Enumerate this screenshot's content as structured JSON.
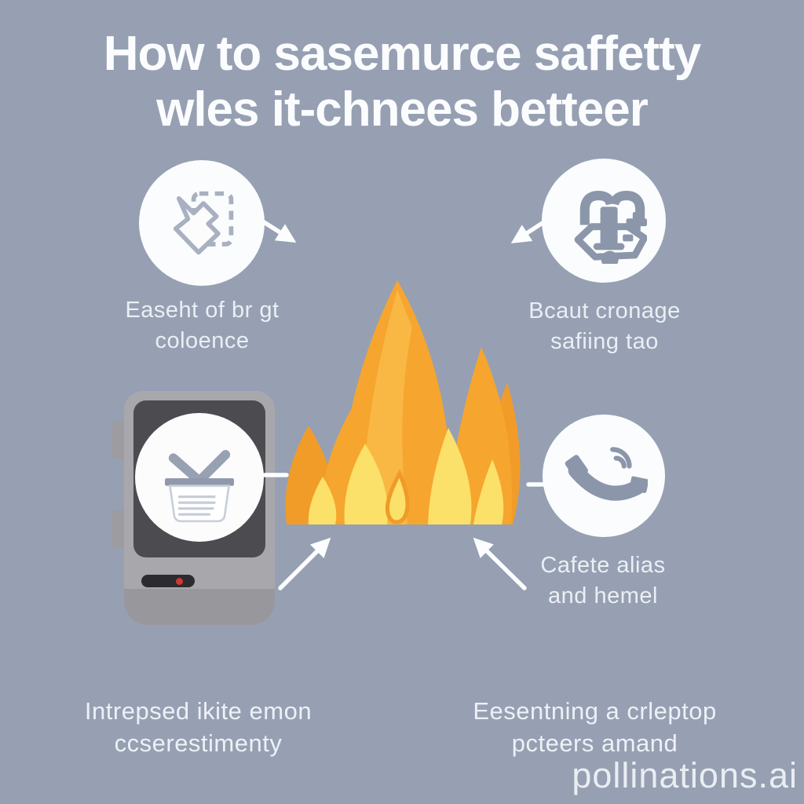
{
  "title": {
    "line1": "How to sasemurce saffetty",
    "line2": "wles it-chnees betteer"
  },
  "nodes": {
    "top_left": {
      "icon": "folded-map-icon",
      "label1": "Easeht of br gt",
      "label2": "coloence"
    },
    "top_right": {
      "icon": "valve-hooks-icon",
      "label1": "Bcaut cronage",
      "label2": "safiing tao"
    },
    "mid_left": {
      "icon": "basket-icon",
      "device": "smoke-detector-device"
    },
    "mid_right": {
      "icon": "phone-signal-icon",
      "label1": "Cafete alias",
      "label2": "and hemel"
    }
  },
  "center": {
    "icon": "flame-icon"
  },
  "captions": {
    "bottom_left": {
      "line1": "Intrepsed ikite emon",
      "line2": "ccserestimenty"
    },
    "bottom_right": {
      "line1": "Eesentning a crleptop",
      "line2": "pcteers amand"
    }
  },
  "watermark": "pollinations.ai",
  "colors": {
    "background": "#96A0B2",
    "circle": "#FBFCFD",
    "icon_fill": "#8C96AA",
    "icon_stroke": "#A8B0C1",
    "title_text": "#FBFCFE",
    "label_text": "#EBEFF5",
    "arrow": "#FCFDFE",
    "flame_orange": "#F6A52F",
    "flame_dark_orange": "#F19C28",
    "flame_light_orange": "#F9B843",
    "flame_yellow": "#FBE169",
    "device_body": "#A8A8AC",
    "device_screen": "#4B4B50",
    "device_band": "#98989C",
    "device_slider": "#2B2B30",
    "device_led": "#D03A2E"
  }
}
